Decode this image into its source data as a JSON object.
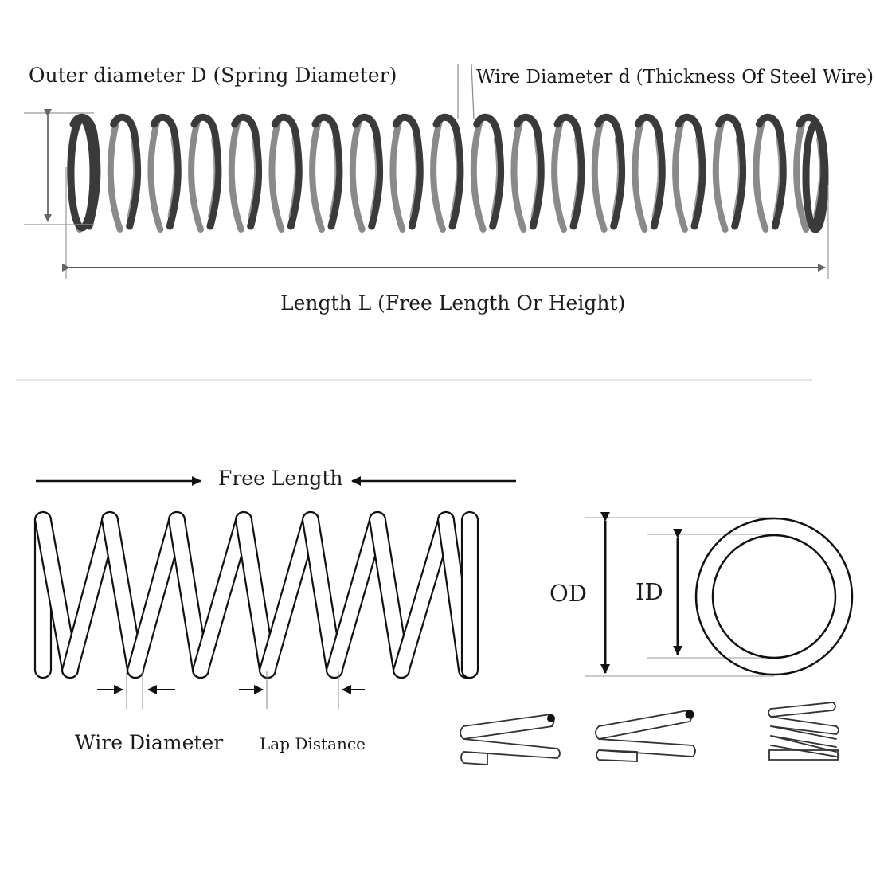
{
  "labels": {
    "outer_diameter": "Outer diameter D (Spring Diameter)",
    "wire_diameter_top": "Wire Diameter d (Thickness Of Steel Wire)",
    "length": "Length L (Free Length Or Height)",
    "free_length": "Free Length",
    "od": "OD",
    "id": "ID",
    "wire_diameter": "Wire Diameter",
    "lap_distance": "Lap Distance"
  },
  "colors": {
    "spring_steel": "#3a3a3a",
    "line": "#111111",
    "dimension_gray": "#777777",
    "divider": "#e6e6e6"
  }
}
